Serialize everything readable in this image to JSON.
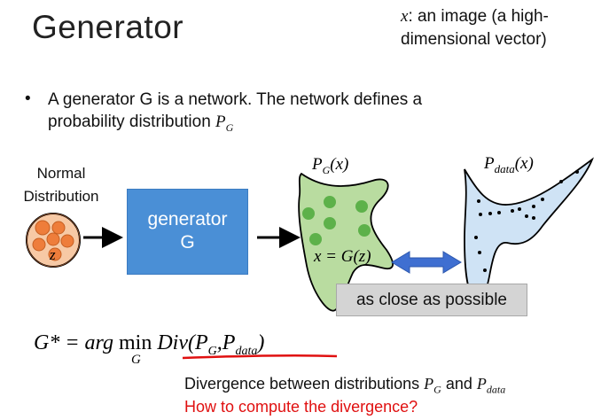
{
  "title": "Generator",
  "x_note": {
    "var": "x",
    "line1": ": an image (a high-",
    "line2": "dimensional vector)"
  },
  "bullet": {
    "line1": "A generator G is a network. The network defines a",
    "line2_text": "probability distribution ",
    "line2_sym": "P",
    "line2_sub": "G"
  },
  "normal_distribution": {
    "line1": "Normal",
    "line2": "Distribution",
    "sample_label": "z"
  },
  "generator": {
    "line1": "generator",
    "line2": "G"
  },
  "pg_label": {
    "P": "P",
    "sub": "G",
    "arg": "(x)"
  },
  "pdata_label": {
    "P": "P",
    "sub": "data",
    "arg": "(x)"
  },
  "xg_label": "x = G(z)",
  "close_label": "as close as possible",
  "formula": {
    "lhs": "G* = arg ",
    "min": "min",
    "min_sub": "G",
    "rhs_div": "Div(",
    "P1": "P",
    "sub1": "G",
    "comma": ",",
    "P2": "P",
    "sub2": "data",
    "close": ")"
  },
  "divergence_desc": {
    "text": "Divergence between distributions ",
    "P1": "P",
    "sub1": "G",
    "and": " and ",
    "P2": "P",
    "sub2": "data"
  },
  "question": "How to compute the divergence?",
  "colors": {
    "generator_box": "#4a8fd6",
    "pg_fill": "#b9dca0",
    "pg_dots": "#5db14a",
    "pdata_fill": "#cfe3f5",
    "arrow_blue": "#3f6fd1",
    "orange": "#ee7d3b",
    "orange_fill": "#f7c9a5",
    "red_text": "#e01010",
    "underline_red": "#e01010"
  }
}
